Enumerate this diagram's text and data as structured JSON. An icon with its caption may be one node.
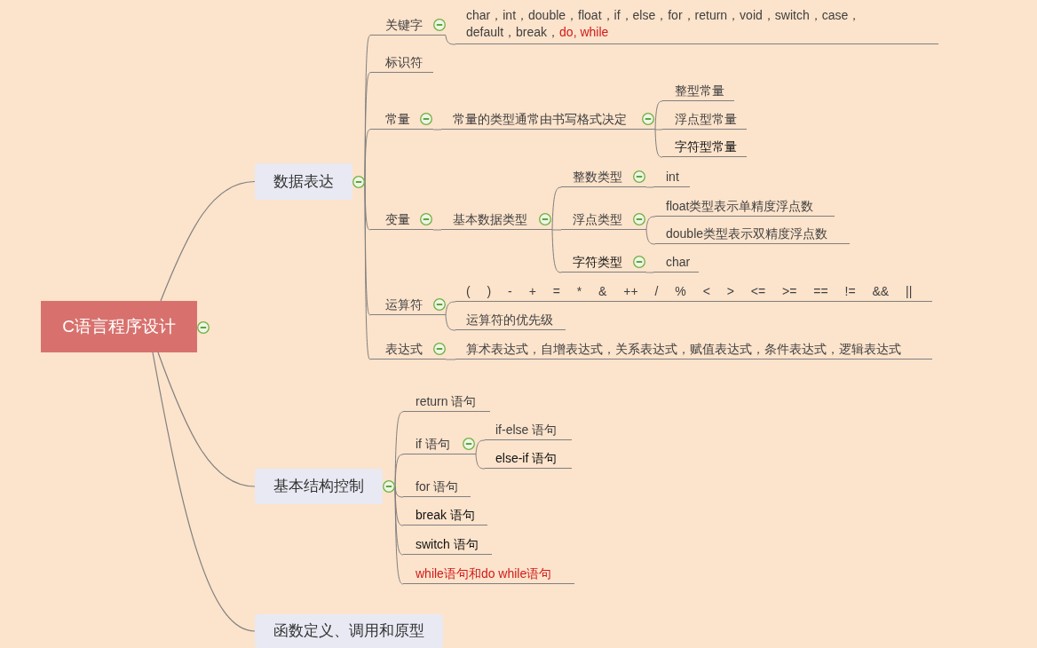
{
  "diagram": {
    "nodes": [
      {
        "text": [
          "C语言程序设计"
        ]
      },
      {
        "text": [
          "数据表达"
        ]
      },
      {
        "text": [
          "关键字"
        ]
      },
      {
        "text": [
          "char，int，double，float，if，else，for，return，void，switch，case，default，break，do, while"
        ]
      },
      {
        "text": [
          "标识符"
        ]
      },
      {
        "text": [
          "常量"
        ]
      },
      {
        "text": [
          "常量的类型通常由书写格式决定"
        ]
      },
      {
        "text": [
          "整型常量"
        ]
      },
      {
        "text": [
          "浮点型常量"
        ]
      },
      {
        "text": [
          "字符型常量"
        ]
      },
      {
        "text": [
          "变量"
        ]
      },
      {
        "text": [
          "基本数据类型"
        ]
      },
      {
        "text": [
          "整数类型"
        ]
      },
      {
        "text": [
          "int"
        ]
      },
      {
        "text": [
          "浮点类型"
        ]
      },
      {
        "text": [
          "float类型表示单精度浮点数"
        ]
      },
      {
        "text": [
          "double类型表示双精度浮点数"
        ]
      },
      {
        "text": [
          "字符类型"
        ]
      },
      {
        "text": [
          "char"
        ]
      },
      {
        "text": [
          "运算符"
        ]
      },
      {
        "text": [
          "( ) - + = * & ++ / % < > <= >= == != && ||"
        ]
      },
      {
        "text": [
          "运算符的优先级"
        ]
      },
      {
        "text": [
          "表达式"
        ]
      },
      {
        "text": [
          "算术表达式，自增表达式，关系表达式，赋值表达式，条件表达式，逻辑表达式"
        ]
      },
      {
        "text": [
          "基本结构控制"
        ]
      },
      {
        "text": [
          "return 语句"
        ]
      },
      {
        "text": [
          "if 语句"
        ]
      },
      {
        "text": [
          "if-else 语句"
        ]
      },
      {
        "text": [
          "else-if 语句"
        ]
      },
      {
        "text": [
          "for 语句"
        ]
      },
      {
        "text": [
          "break 语句"
        ]
      },
      {
        "text": [
          "switch 语句"
        ]
      },
      {
        "text": [
          "while语句和do while语句"
        ]
      },
      {
        "text": [
          "函数定义、调用和原型"
        ]
      }
    ],
    "edges": [
      {
        "from": 0,
        "to": 1,
        "arrow": "none"
      },
      {
        "from": 1,
        "to": 2,
        "arrow": "none"
      },
      {
        "from": 2,
        "to": 3,
        "arrow": "none"
      },
      {
        "from": 1,
        "to": 4,
        "arrow": "none"
      },
      {
        "from": 1,
        "to": 5,
        "arrow": "none"
      },
      {
        "from": 5,
        "to": 6,
        "arrow": "none"
      },
      {
        "from": 6,
        "to": 7,
        "arrow": "none"
      },
      {
        "from": 6,
        "to": 8,
        "arrow": "none"
      },
      {
        "from": 6,
        "to": 9,
        "arrow": "none"
      },
      {
        "from": 1,
        "to": 10,
        "arrow": "none"
      },
      {
        "from": 10,
        "to": 11,
        "arrow": "none"
      },
      {
        "from": 11,
        "to": 12,
        "arrow": "none"
      },
      {
        "from": 12,
        "to": 13,
        "arrow": "none"
      },
      {
        "from": 11,
        "to": 14,
        "arrow": "none"
      },
      {
        "from": 14,
        "to": 15,
        "arrow": "none"
      },
      {
        "from": 14,
        "to": 16,
        "arrow": "none"
      },
      {
        "from": 11,
        "to": 17,
        "arrow": "none"
      },
      {
        "from": 17,
        "to": 18,
        "arrow": "none"
      },
      {
        "from": 1,
        "to": 19,
        "arrow": "none"
      },
      {
        "from": 19,
        "to": 20,
        "arrow": "none"
      },
      {
        "from": 19,
        "to": 21,
        "arrow": "none"
      },
      {
        "from": 1,
        "to": 22,
        "arrow": "none"
      },
      {
        "from": 22,
        "to": 23,
        "arrow": "none"
      },
      {
        "from": 0,
        "to": 24,
        "arrow": "none"
      },
      {
        "from": 24,
        "to": 25,
        "arrow": "none"
      },
      {
        "from": 24,
        "to": 26,
        "arrow": "none"
      },
      {
        "from": 26,
        "to": 27,
        "arrow": "none"
      },
      {
        "from": 26,
        "to": 28,
        "arrow": "none"
      },
      {
        "from": 24,
        "to": 29,
        "arrow": "none"
      },
      {
        "from": 24,
        "to": 30,
        "arrow": "none"
      },
      {
        "from": 24,
        "to": 31,
        "arrow": "none"
      },
      {
        "from": 24,
        "to": 32,
        "arrow": "none"
      },
      {
        "from": 0,
        "to": 33,
        "arrow": "none"
      }
    ]
  }
}
